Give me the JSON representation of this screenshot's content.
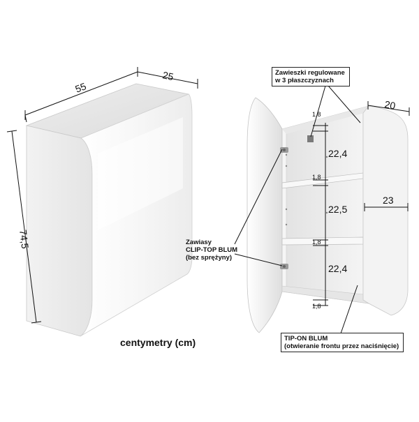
{
  "left_view": {
    "width": "55",
    "depth": "25",
    "height": "74,5"
  },
  "units_caption": "centymetry (cm)",
  "right_view": {
    "depth": "20",
    "side_width": "23",
    "shelf_thickness": [
      "1,8",
      "1,8",
      "1,8",
      "1,8"
    ],
    "compartment_heights": [
      "22,4",
      "22,5",
      "22,4"
    ]
  },
  "callouts": {
    "hangers": [
      "Zawieszki regulowane",
      "w 3 płaszczyznach"
    ],
    "hinges": [
      "Zawiasy",
      "CLIP-TOP BLUM",
      "(bez sprężyny)"
    ],
    "tip_on": [
      "TIP-ON BLUM",
      "(otwieranie frontu przez naciśnięcie)"
    ]
  }
}
